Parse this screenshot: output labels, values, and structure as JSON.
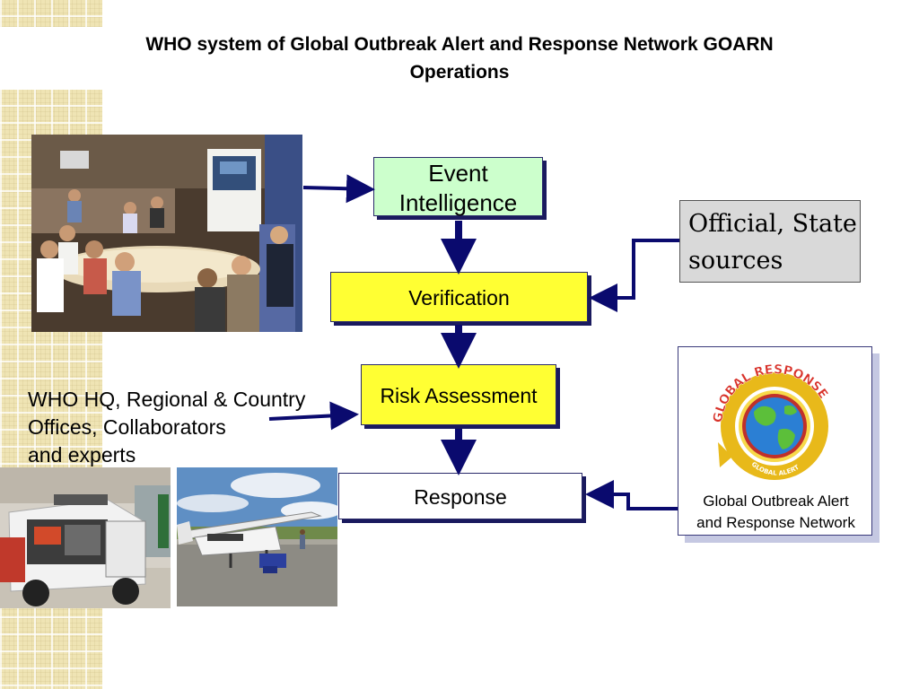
{
  "title": {
    "line1": "WHO system of Global Outbreak Alert and Response Network GOARN",
    "line2": "Operations"
  },
  "flow": {
    "event_line1": "Event",
    "event_line2": "Intelligence",
    "verification": "Verification",
    "risk": "Risk Assessment",
    "response": "Response"
  },
  "official": {
    "line1": "Official, State",
    "line2": "sources"
  },
  "who": {
    "line1": "WHO HQ, Regional & Country",
    "line2": "Offices, Collaborators",
    "line3": "and experts"
  },
  "goarn": {
    "caption_line1": "Global Outbreak Alert",
    "caption_line2": "and Response Network",
    "logo_top": "GLOBAL RESPONSE",
    "logo_bottom": "GLOBAL ALERT"
  },
  "colors": {
    "arrow": "#0a0a6e",
    "event_fill": "#ccffcc",
    "step_fill": "#ffff33",
    "official_fill": "#d9d9d9"
  },
  "icons": {
    "photo_meeting": "meeting-room-photo",
    "photo_vehicle": "field-vehicle-photo",
    "photo_plane": "airplane-photo"
  }
}
